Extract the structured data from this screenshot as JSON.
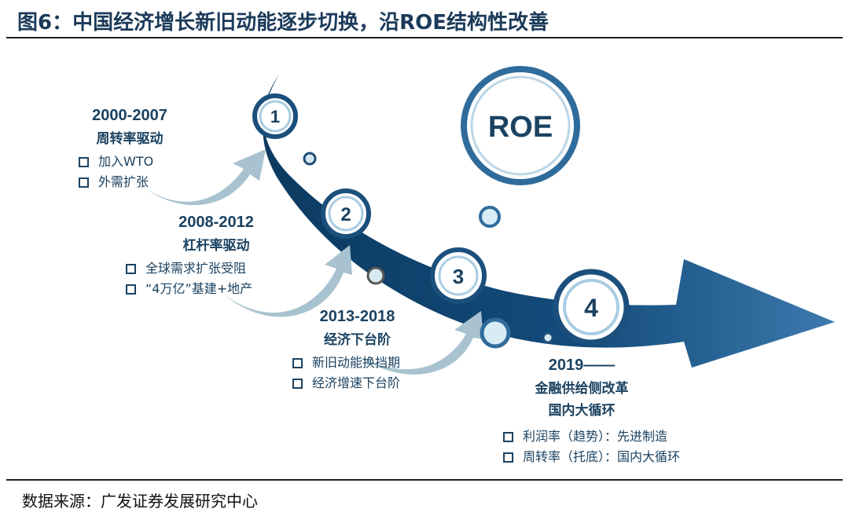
{
  "title": "图6：中国经济增长新旧动能逐步切换，沿ROE结构性改善",
  "source": "数据来源：广发证券发展研究中心",
  "roe_label": "ROE",
  "colors": {
    "arrow_dark": "#0e3f66",
    "arrow_light": "#6a9bc3",
    "curve_arrow": "#a8c3cf",
    "title": "#1b3a59"
  },
  "steps": [
    {
      "num": "1",
      "period": "2000-2007",
      "driver": "周转率驱动",
      "items": [
        "加入WTO",
        "外需扩张"
      ]
    },
    {
      "num": "2",
      "period": "2008-2012",
      "driver": "杠杆率驱动",
      "items": [
        "全球需求扩张受阻",
        "“4万亿”基建+地产"
      ]
    },
    {
      "num": "3",
      "period": "2013-2018",
      "driver": "经济下台阶",
      "items": [
        "新旧动能换挡期",
        "经济增速下台阶"
      ]
    },
    {
      "num": "4",
      "period": "2019——",
      "driver": "金融供给侧改革",
      "sub": "国内大循环",
      "items": [
        "利润率（趋势）：先进制造",
        "周转率（托底）：国内大循环"
      ]
    }
  ]
}
